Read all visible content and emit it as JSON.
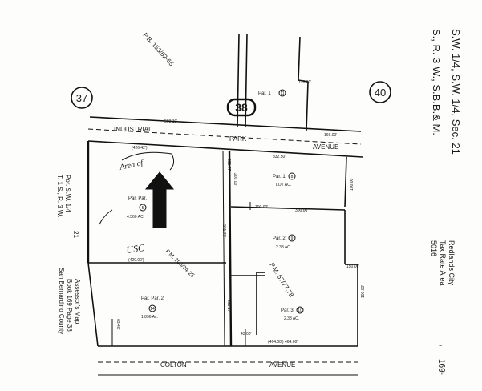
{
  "map": {
    "header": {
      "line1": "S.W. 1/4, S.W. 1/4, Sec. 21",
      "line2": "S., R. 3 W., S.B.B.& M."
    },
    "side_left": {
      "line1": "Por. S.W. 1/4",
      "line2": "T. 1 S., R. 3 W.",
      "line3": "21"
    },
    "side_right": {
      "line1": "Redlands City",
      "line2": "Tax Rate Area",
      "line3": "5016"
    },
    "assessor": {
      "line1": "Assessor's Map",
      "line2": "Book 169 Page 38",
      "line3": "San Bernardino County"
    },
    "page_corner": "169-",
    "dash_right": "-",
    "adjacent_map_left": "37",
    "adjacent_map_right": "40",
    "page_badge": "38",
    "reference_top": "P.B. 153/62-65",
    "reference_pm": "P.M. 67/77,78",
    "reference_pm2": "P.M. 103/24-25",
    "streets": {
      "industrial": "INDUSTRIAL",
      "park": "PARK",
      "avenue_top": "AVENUE",
      "colton": "COLTON",
      "avenue_bottom": "AVENUE"
    },
    "parcels": {
      "top_par": "Par. 1",
      "top_num": "11",
      "right_par": "Par. 1",
      "right_num": "8",
      "right_area": "LOT AC.",
      "left_par": "Par. Par.",
      "left_num": "5",
      "left_area": "4.560 AC.",
      "par2_label": "Par. 2",
      "par2_num": "9",
      "par2_area": "2.38 AC.",
      "par3_label": "Par. 3",
      "par3_num": "10",
      "par3_area": "2.38 AC.",
      "bottom_left_par": "Par. Par. 2",
      "bottom_left_num": "14",
      "bottom_left_area": "1.896 Ac."
    },
    "annotations": {
      "handwritten_top": "Area of",
      "handwritten_bottom": "USC",
      "arrow_direction": "up"
    },
    "dimensions": {
      "d1": "503.10'",
      "d2": "166.00'",
      "d3": "332.50'",
      "d4": "300.00'",
      "d5": "200.00'",
      "d6": "126.00'",
      "d7": "(426.42')",
      "d8": "(420.00')",
      "d9": "100.00'",
      "d10": "(464.00') 464.00'",
      "d11": "331.77'",
      "d12": "150.00'",
      "d13": "100.00'",
      "d14": "63.40'",
      "d15": "331.17'",
      "d16": "43.00'",
      "d17": "100.00'",
      "d18": "331.77'"
    }
  }
}
